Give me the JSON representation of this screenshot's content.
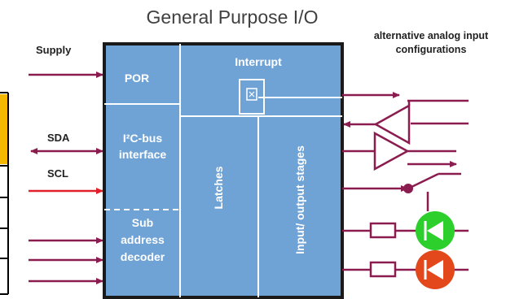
{
  "title": "General Purpose I/O",
  "labels": {
    "supply": "Supply",
    "sda": "SDA",
    "scl": "SCL",
    "alternative": "alternative analog input configurations"
  },
  "blocks": {
    "por": "POR",
    "i2c_line1": "I²C-bus",
    "i2c_line2": "interface",
    "sub_line1": "Sub",
    "sub_line2": "address",
    "sub_line3": "decoder",
    "interrupt": "Interrupt",
    "latches": "Latches",
    "io_stages": "Input/ output stages"
  },
  "colors": {
    "chip": "#6fa3d6",
    "chip_border": "#1a1a1a",
    "wire": "#8a1c4f",
    "scl_arrow": "#e0202a",
    "led_green": "#2ccf2c",
    "led_red": "#e2481c",
    "highlight": "#f5b800"
  }
}
